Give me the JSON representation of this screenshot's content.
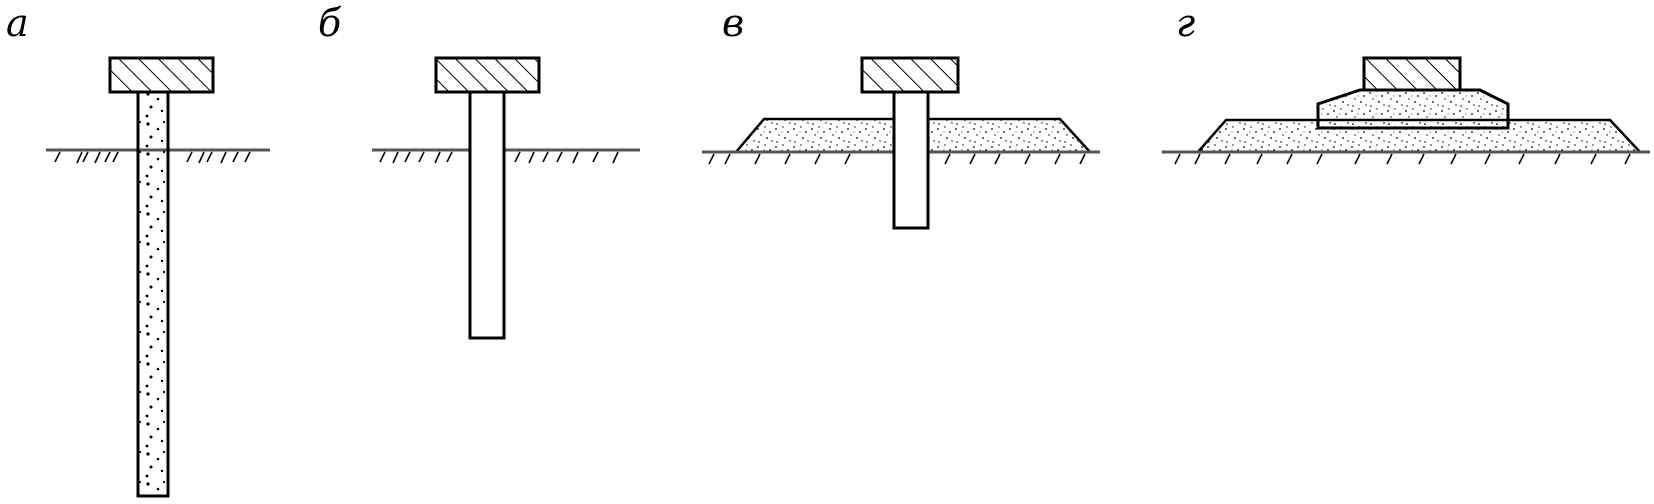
{
  "panels": [
    {
      "id": "a",
      "label": "а"
    },
    {
      "id": "b",
      "label": "б"
    },
    {
      "id": "v",
      "label": "в"
    },
    {
      "id": "g",
      "label": "г"
    }
  ],
  "colors": {
    "line": "#000000",
    "ground": "#555555",
    "hatch": "#000000",
    "fill": "#ffffff"
  }
}
